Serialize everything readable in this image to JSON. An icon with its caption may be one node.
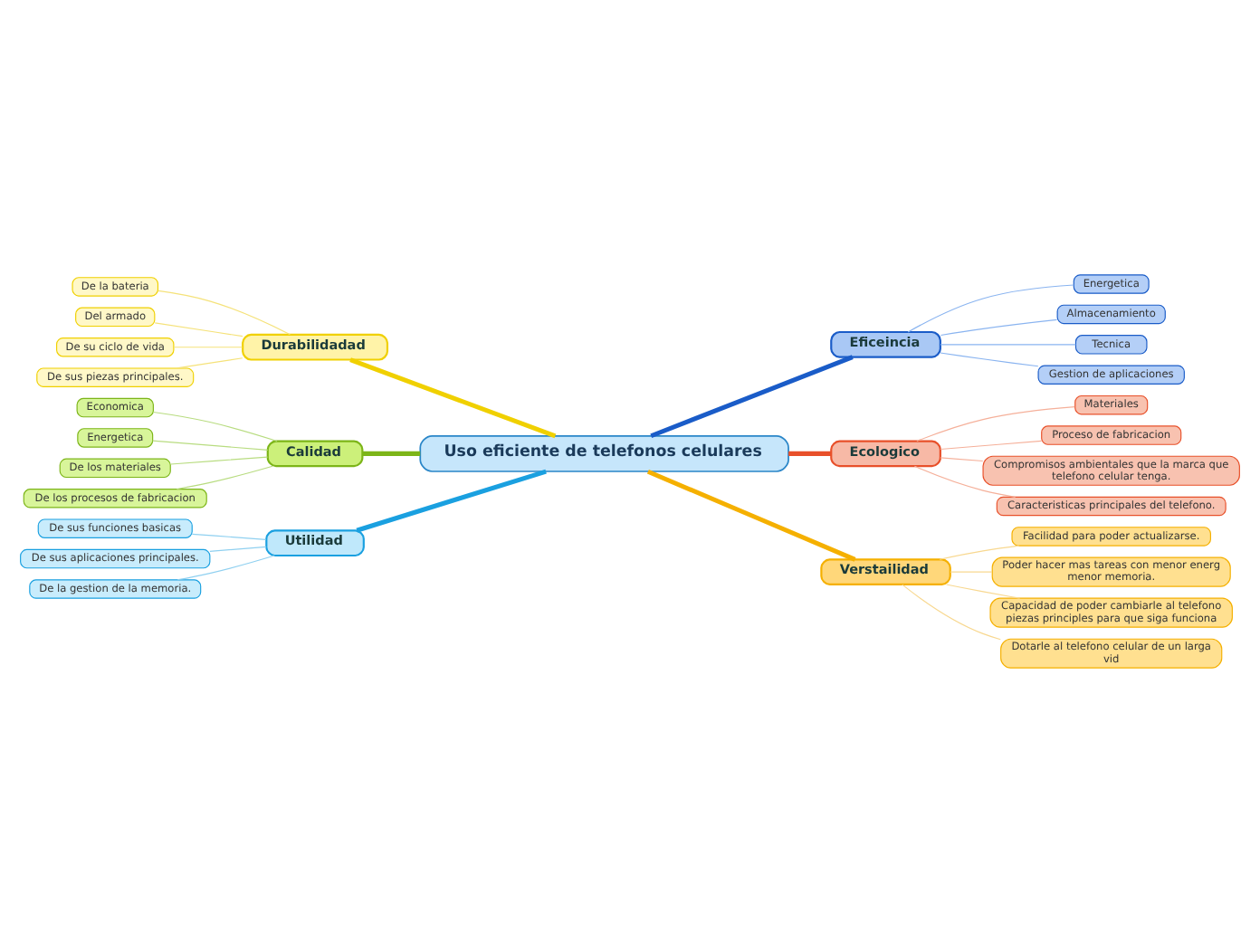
{
  "diagram": {
    "nodes": [
      {
        "text": [
          "Uso eficiente de telefonos celulares"
        ]
      },
      {
        "text": [
          "Durabilidadad"
        ]
      },
      {
        "text": [
          "De la bateria"
        ]
      },
      {
        "text": [
          "Del armado"
        ]
      },
      {
        "text": [
          "De su ciclo de vida"
        ]
      },
      {
        "text": [
          "De sus piezas principales."
        ]
      },
      {
        "text": [
          "Calidad"
        ]
      },
      {
        "text": [
          "Economica"
        ]
      },
      {
        "text": [
          "Energetica"
        ]
      },
      {
        "text": [
          "De los materiales"
        ]
      },
      {
        "text": [
          "De los procesos de fabricacion"
        ]
      },
      {
        "text": [
          "Utilidad"
        ]
      },
      {
        "text": [
          "De sus funciones basicas"
        ]
      },
      {
        "text": [
          "De sus aplicaciones principales."
        ]
      },
      {
        "text": [
          "De la gestion de la memoria."
        ]
      },
      {
        "text": [
          "Eficeincia"
        ]
      },
      {
        "text": [
          "Energetica"
        ]
      },
      {
        "text": [
          "Almacenamiento"
        ]
      },
      {
        "text": [
          "Tecnica"
        ]
      },
      {
        "text": [
          "Gestion de aplicaciones"
        ]
      },
      {
        "text": [
          "Ecologico"
        ]
      },
      {
        "text": [
          "Materiales"
        ]
      },
      {
        "text": [
          "Proceso de fabricacion"
        ]
      },
      {
        "text": [
          "Compromisos ambientales que la marca que telefono celular tenga."
        ]
      },
      {
        "text": [
          "Caracteristicas principales del telefono."
        ]
      },
      {
        "text": [
          "Verstailidad"
        ]
      },
      {
        "text": [
          "Facilidad para poder actualizarse."
        ]
      },
      {
        "text": [
          "Poder hacer mas tareas con menor energ menor memoria."
        ]
      },
      {
        "text": [
          "Capacidad de poder cambiarle al telefono piezas principles para que siga funciona"
        ]
      },
      {
        "text": [
          "Dotarle al telefono celular de un larga vid"
        ]
      }
    ],
    "edges": [
      {
        "from": 0,
        "to": 1,
        "arrow": "none",
        "style": "thick",
        "color": "#f0d000"
      },
      {
        "from": 1,
        "to": 2,
        "arrow": "none",
        "color": "#f5e27a"
      },
      {
        "from": 1,
        "to": 3,
        "arrow": "none",
        "color": "#f5e27a"
      },
      {
        "from": 1,
        "to": 4,
        "arrow": "none",
        "color": "#f5e27a"
      },
      {
        "from": 1,
        "to": 5,
        "arrow": "none",
        "color": "#f5e27a"
      },
      {
        "from": 0,
        "to": 6,
        "arrow": "none",
        "style": "thick",
        "color": "#7cb518"
      },
      {
        "from": 6,
        "to": 7,
        "arrow": "none",
        "color": "#b8dc80"
      },
      {
        "from": 6,
        "to": 8,
        "arrow": "none",
        "color": "#b8dc80"
      },
      {
        "from": 6,
        "to": 9,
        "arrow": "none",
        "color": "#b8dc80"
      },
      {
        "from": 6,
        "to": 10,
        "arrow": "none",
        "color": "#b8dc80"
      },
      {
        "from": 0,
        "to": 11,
        "arrow": "none",
        "style": "thick",
        "color": "#1aa0e0"
      },
      {
        "from": 11,
        "to": 12,
        "arrow": "none",
        "color": "#8fd0f0"
      },
      {
        "from": 11,
        "to": 13,
        "arrow": "none",
        "color": "#8fd0f0"
      },
      {
        "from": 11,
        "to": 14,
        "arrow": "none",
        "color": "#8fd0f0"
      },
      {
        "from": 0,
        "to": 15,
        "arrow": "none",
        "style": "thick",
        "color": "#1a5cc8"
      },
      {
        "from": 15,
        "to": 16,
        "arrow": "none",
        "color": "#8ab4f0"
      },
      {
        "from": 15,
        "to": 17,
        "arrow": "none",
        "color": "#8ab4f0"
      },
      {
        "from": 15,
        "to": 18,
        "arrow": "none",
        "color": "#8ab4f0"
      },
      {
        "from": 15,
        "to": 19,
        "arrow": "none",
        "color": "#8ab4f0"
      },
      {
        "from": 0,
        "to": 20,
        "arrow": "none",
        "style": "thick",
        "color": "#e8502a"
      },
      {
        "from": 20,
        "to": 21,
        "arrow": "none",
        "color": "#f5b09a"
      },
      {
        "from": 20,
        "to": 22,
        "arrow": "none",
        "color": "#f5b09a"
      },
      {
        "from": 20,
        "to": 23,
        "arrow": "none",
        "color": "#f5b09a"
      },
      {
        "from": 20,
        "to": 24,
        "arrow": "none",
        "color": "#f5b09a"
      },
      {
        "from": 0,
        "to": 25,
        "arrow": "none",
        "style": "thick",
        "color": "#f5b000"
      },
      {
        "from": 25,
        "to": 26,
        "arrow": "none",
        "color": "#f8d890"
      },
      {
        "from": 25,
        "to": 27,
        "arrow": "none",
        "color": "#f8d890"
      },
      {
        "from": 25,
        "to": 28,
        "arrow": "none",
        "color": "#f8d890"
      },
      {
        "from": 25,
        "to": 29,
        "arrow": "none",
        "color": "#f8d890"
      }
    ]
  }
}
